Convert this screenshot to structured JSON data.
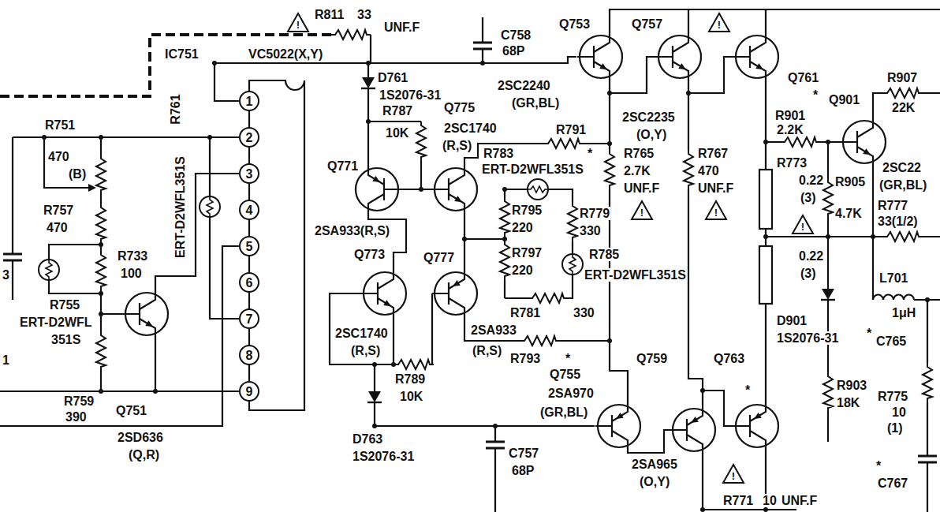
{
  "diagram": {
    "nodes": [
      {
        "text": [
          "IC751",
          "VC5022(X,Y)"
        ]
      },
      {
        "text": [
          "1"
        ],
        "in": 0
      },
      {
        "text": [
          "2"
        ],
        "in": 0
      },
      {
        "text": [
          "3"
        ],
        "in": 0
      },
      {
        "text": [
          "4"
        ],
        "in": 0
      },
      {
        "text": [
          "5"
        ],
        "in": 0
      },
      {
        "text": [
          "6"
        ],
        "in": 0
      },
      {
        "text": [
          "7"
        ],
        "in": 0
      },
      {
        "text": [
          "8"
        ],
        "in": 0
      },
      {
        "text": [
          "9"
        ],
        "in": 0
      },
      {
        "text": [
          "!"
        ]
      },
      {
        "text": [
          "!"
        ]
      },
      {
        "text": [
          "!"
        ]
      },
      {
        "text": [
          "!"
        ]
      },
      {
        "text": [
          "!"
        ]
      },
      {
        "text": [
          "!"
        ]
      }
    ],
    "labels": [
      "Q753",
      "Q757",
      "R811",
      "33",
      "UNF.F",
      "C758",
      "68P",
      "D761",
      "1S2076-31",
      "Q761",
      "*",
      "2SC2240",
      "(GR,BL)",
      "R907",
      "22K",
      "Q901",
      "R751",
      "470",
      "(B)",
      "R761",
      "ERT-D2WFL351S",
      "R787",
      "10K",
      "Q775",
      "2SC1740",
      "(R,S)",
      "R791",
      "*",
      "R783",
      "ERT-D2WFL351S",
      "2SC2235",
      "(O,Y)",
      "R901",
      "2.2K",
      "R765",
      "2.7K",
      "UNF.F",
      "R767",
      "470",
      "UNF.F",
      "R773",
      "0.22",
      "(3)",
      "R905",
      "4.7K",
      "2SC22",
      "(GR,BL)",
      "R757",
      "470",
      "Q771",
      "R795",
      "220",
      "R779",
      "330",
      "2SA933(R,S)",
      "Q773",
      "Q777",
      "R797",
      "220",
      "R785",
      "ERT-D2WFL351S",
      "R733",
      "100",
      "R755",
      "ERT-D2WFL",
      "351S",
      "2SC1740",
      "(R,S)",
      "2SA933",
      "(R,S)",
      "R781",
      "330",
      "0.22",
      "(3)",
      "R777",
      "33(1/2)",
      "L701",
      "1μH",
      "D901",
      "1S2076-31",
      "*",
      "C765",
      "R793",
      "*",
      "Q755",
      "Q759",
      "Q763",
      "*",
      "R903",
      "18K",
      "R775",
      "10",
      "(1)",
      "*",
      "C767",
      "R789",
      "10K",
      "2SA970",
      "(GR,BL)",
      "R759",
      "390",
      "Q751",
      "2SD636",
      "(Q,R)",
      "D763",
      "1S2076-31",
      "C757",
      "68P",
      "2SA965",
      "(O,Y)",
      "R771",
      "10",
      "UNF.F",
      "3",
      "1"
    ]
  }
}
